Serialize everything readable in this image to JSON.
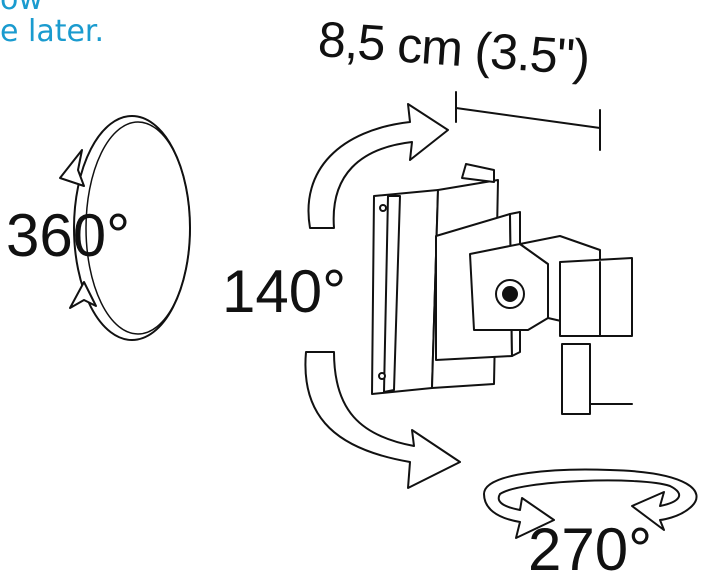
{
  "caption": {
    "line1": "ow",
    "line2": "e later."
  },
  "labels": {
    "dimension": "8,5 cm (3.5\")",
    "rotation_360": "360°",
    "tilt_140": "140°",
    "swivel_270": "270°"
  },
  "colors": {
    "caption": "#1a9bcf",
    "line": "#111111"
  },
  "icons": [
    "rotate-360-arrow-icon",
    "tilt-up-arrow-icon",
    "tilt-down-arrow-icon",
    "swivel-270-arrow-icon"
  ]
}
